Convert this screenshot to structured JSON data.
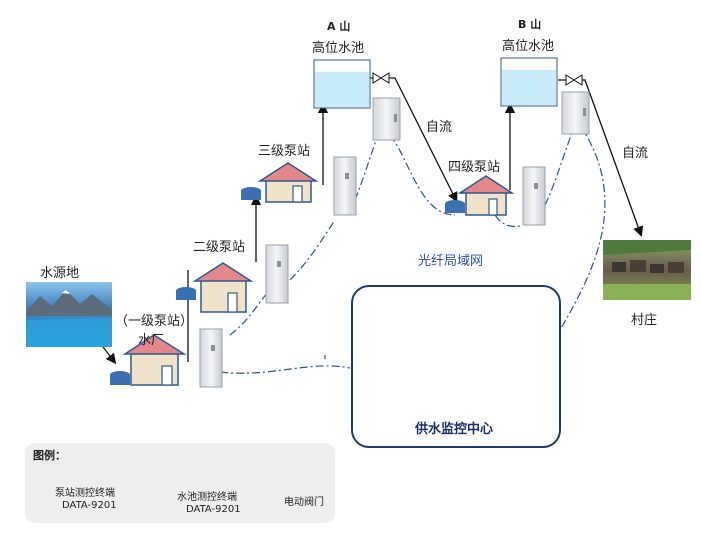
{
  "mountains": {
    "a_title": "A 山",
    "a_subtitle": "高位水池",
    "b_title": "B 山",
    "b_subtitle": "高位水池"
  },
  "stations": {
    "source": "水源地",
    "level1_line1": "（一级泵站）",
    "level1_line2": "水厂",
    "level2": "二级泵站",
    "level3": "三级泵站",
    "level4": "四级泵站"
  },
  "flows": {
    "gravity_a": "自流",
    "gravity_b": "自流"
  },
  "network": {
    "label": "光纤局域网"
  },
  "village": {
    "label": "村庄"
  },
  "monitor": {
    "title": "供水监控中心"
  },
  "legend": {
    "title": "图例：",
    "pump_terminal_label": "泵站测控终端",
    "pump_terminal_model": "DATA-9201",
    "pool_terminal_label": "水池测控终端",
    "pool_terminal_model": "DATA-9201",
    "valve_label": "电动阀门"
  },
  "colors": {
    "pipe": "#111111",
    "network_line": "#2f4f8f",
    "house_roof": "#e2878a",
    "house_wall": "#f1e3c9",
    "house_trim": "#2d5a8e",
    "tank_water": "#c7ecf7"
  }
}
